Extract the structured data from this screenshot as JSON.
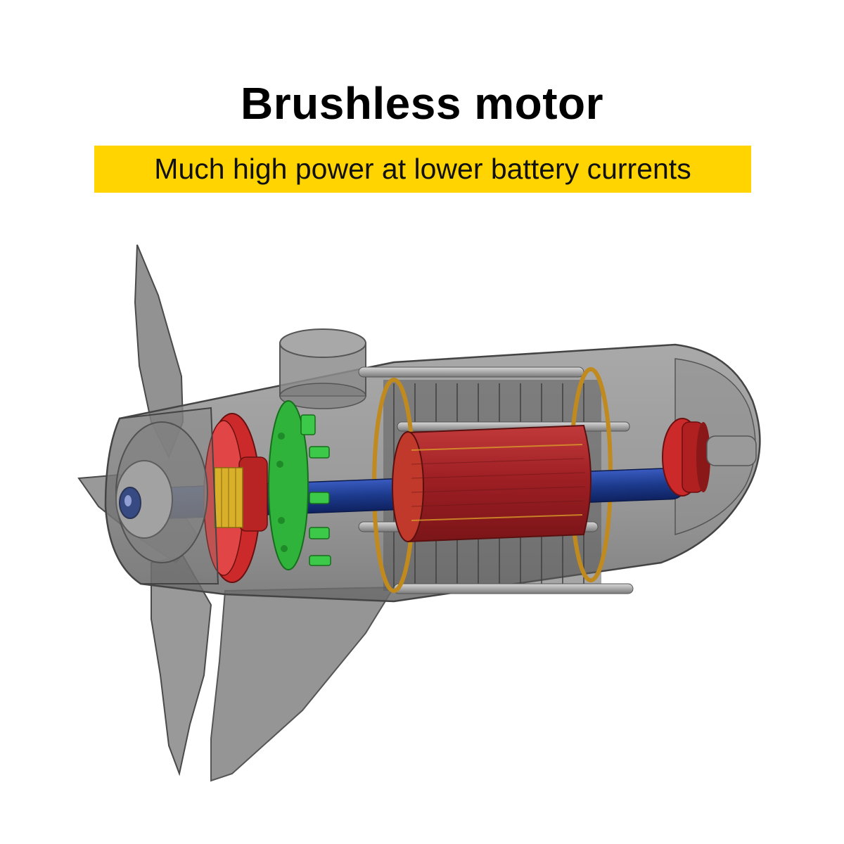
{
  "header": {
    "title": "Brushless motor",
    "tagline": "Much high power at lower battery currents"
  },
  "colors": {
    "banner_background": "#ffd400",
    "housing": "#7a7a7a",
    "shaft": "#1f3c8a",
    "rotor": "#b3262a",
    "stator_rings": "#c08a1e",
    "sensor_board": "#2fb33a",
    "bearings": "#cc2a2a"
  },
  "illustration": {
    "subject": "cutaway-brushless-motor-with-propeller"
  }
}
